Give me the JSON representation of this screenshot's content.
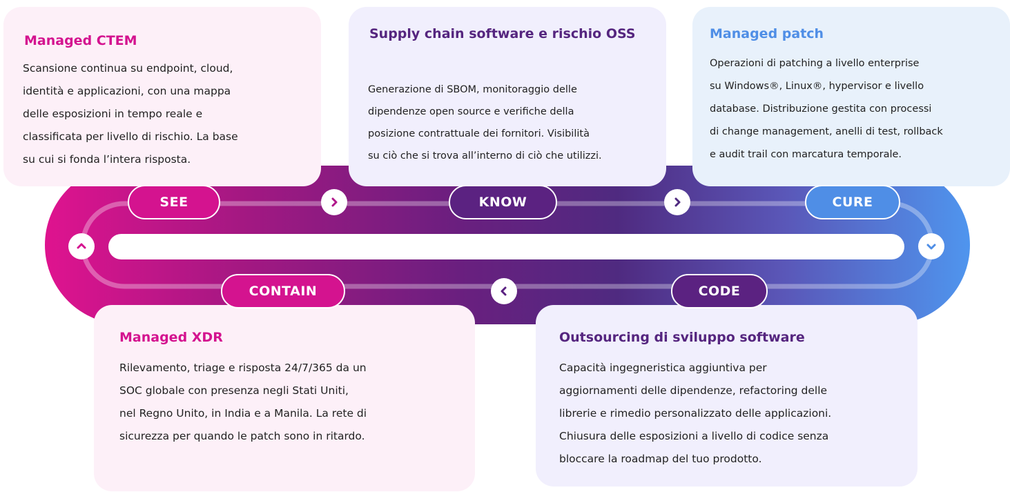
{
  "colors": {
    "magenta": "#d4138f",
    "purple": "#5b2281",
    "violet": "#55257f",
    "blue": "#4f8ee6",
    "card_pink": "#fdf0f8",
    "card_lavender": "#f1effd",
    "card_blue": "#e8f1fb"
  },
  "stages": {
    "see": "SEE",
    "know": "KNOW",
    "cure": "CURE",
    "contain": "CONTAIN",
    "code": "CODE"
  },
  "icons": {
    "top_left": "chevron-right-icon",
    "top_right": "chevron-right-icon",
    "bottom": "chevron-left-icon",
    "left": "chevron-up-icon",
    "right": "chevron-down-icon"
  },
  "cards": {
    "ctem": {
      "title": [
        "Managed CTEM"
      ],
      "body": [
        "Scansione continua su endpoint, cloud,",
        "identità e applicazioni, con una mappa",
        "delle esposizioni in tempo reale e",
        "classificata per livello di rischio. La base",
        "su cui si fonda l’intera risposta."
      ]
    },
    "supply": {
      "title": [
        "Supply chain software",
        "e rischio OSS"
      ],
      "body": [
        "Generazione di SBOM, monitoraggio delle",
        "dipendenze open source e verifiche della",
        "posizione contrattuale dei fornitori. Visibilità",
        "su ciò che si trova all’interno di ciò che utilizzi."
      ]
    },
    "patch": {
      "title": [
        "Managed patch"
      ],
      "body": [
        "Operazioni di patching a livello enterprise",
        "su Windows®, Linux®, hypervisor e livello",
        "database. Distribuzione gestita con processi",
        "di change management, anelli di test, rollback",
        "e audit trail con marcatura temporale."
      ]
    },
    "xdr": {
      "title": [
        "Managed XDR"
      ],
      "body": [
        "Rilevamento, triage e risposta 24/7/365 da un",
        "SOC globale con presenza negli Stati Uniti,",
        "nel Regno Unito, in India e a Manila. La rete di",
        "sicurezza per quando le patch sono in ritardo."
      ]
    },
    "dev": {
      "title": [
        "Outsourcing di sviluppo software"
      ],
      "body": [
        "Capacità ingegneristica aggiuntiva per",
        "aggiornamenti delle dipendenze, refactoring delle",
        "librerie e rimedio personalizzato delle applicazioni.",
        "Chiusura delle esposizioni a livello di codice senza",
        "bloccare la roadmap del tuo prodotto."
      ]
    }
  }
}
